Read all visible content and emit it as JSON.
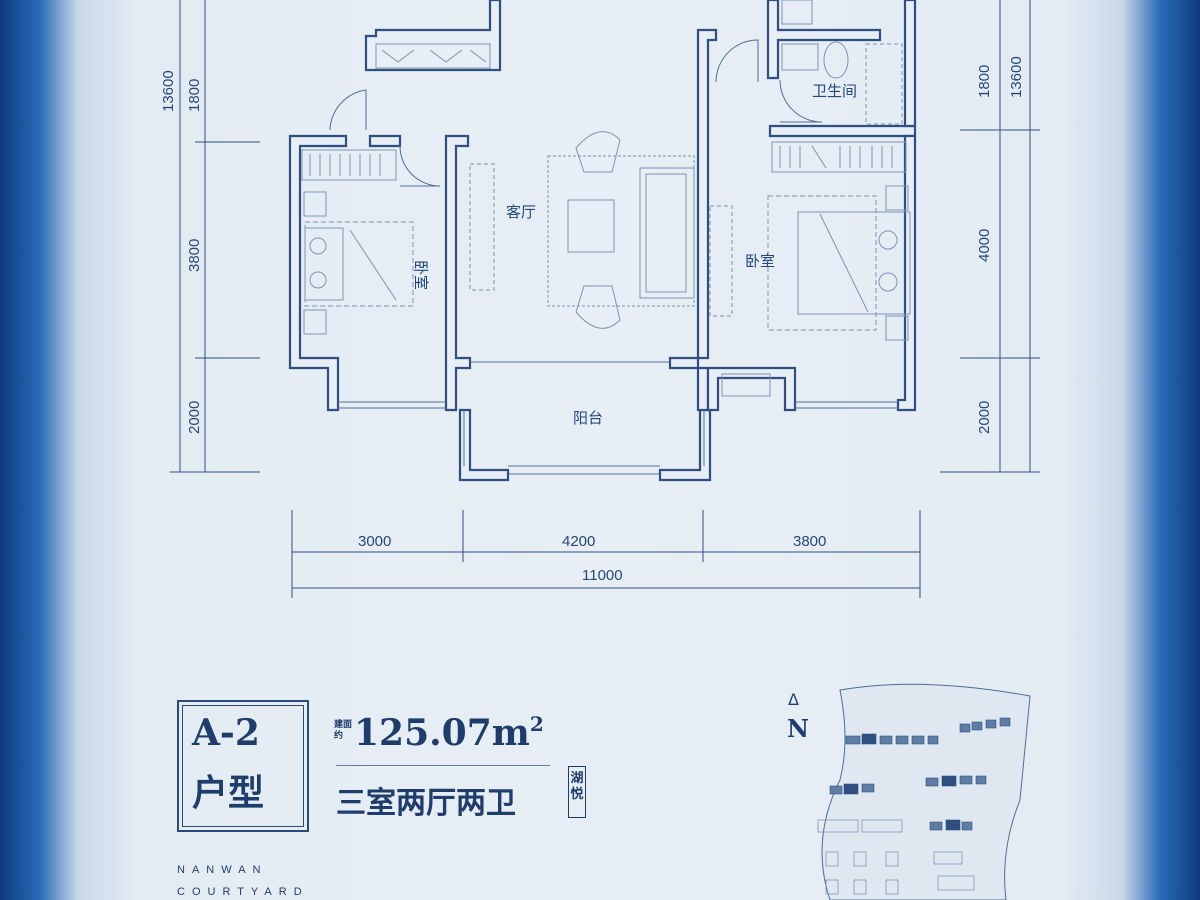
{
  "rooms": {
    "living": "客厅",
    "bedroom_left": "卧室",
    "bedroom_right": "卧室",
    "bathroom": "卫生间",
    "balcony": "阳台"
  },
  "dims": {
    "left": {
      "total": "13600",
      "d1": "1800",
      "d2": "3800",
      "d3": "2000"
    },
    "right": {
      "total": "13600",
      "d1": "1800",
      "d2": "4000",
      "d3": "2000"
    },
    "bottom": {
      "d1": "3000",
      "d2": "4200",
      "d3": "3800",
      "total": "11000"
    }
  },
  "unit": {
    "code": "A-2",
    "type_label": "户型",
    "area_caption": "建面约",
    "area_value": "125.07m",
    "area_sup": "2",
    "layout": "三室两厅两卫",
    "series": "湖悦"
  },
  "brand": {
    "line1": "NANWAN",
    "line2": "COURTYARD"
  },
  "north": {
    "arrow": "Δ",
    "label": "N"
  },
  "colors": {
    "wall": "#2f4f80",
    "line": "#4d6d99",
    "furniture": "#7d93b3",
    "text": "#1f3d6b"
  }
}
